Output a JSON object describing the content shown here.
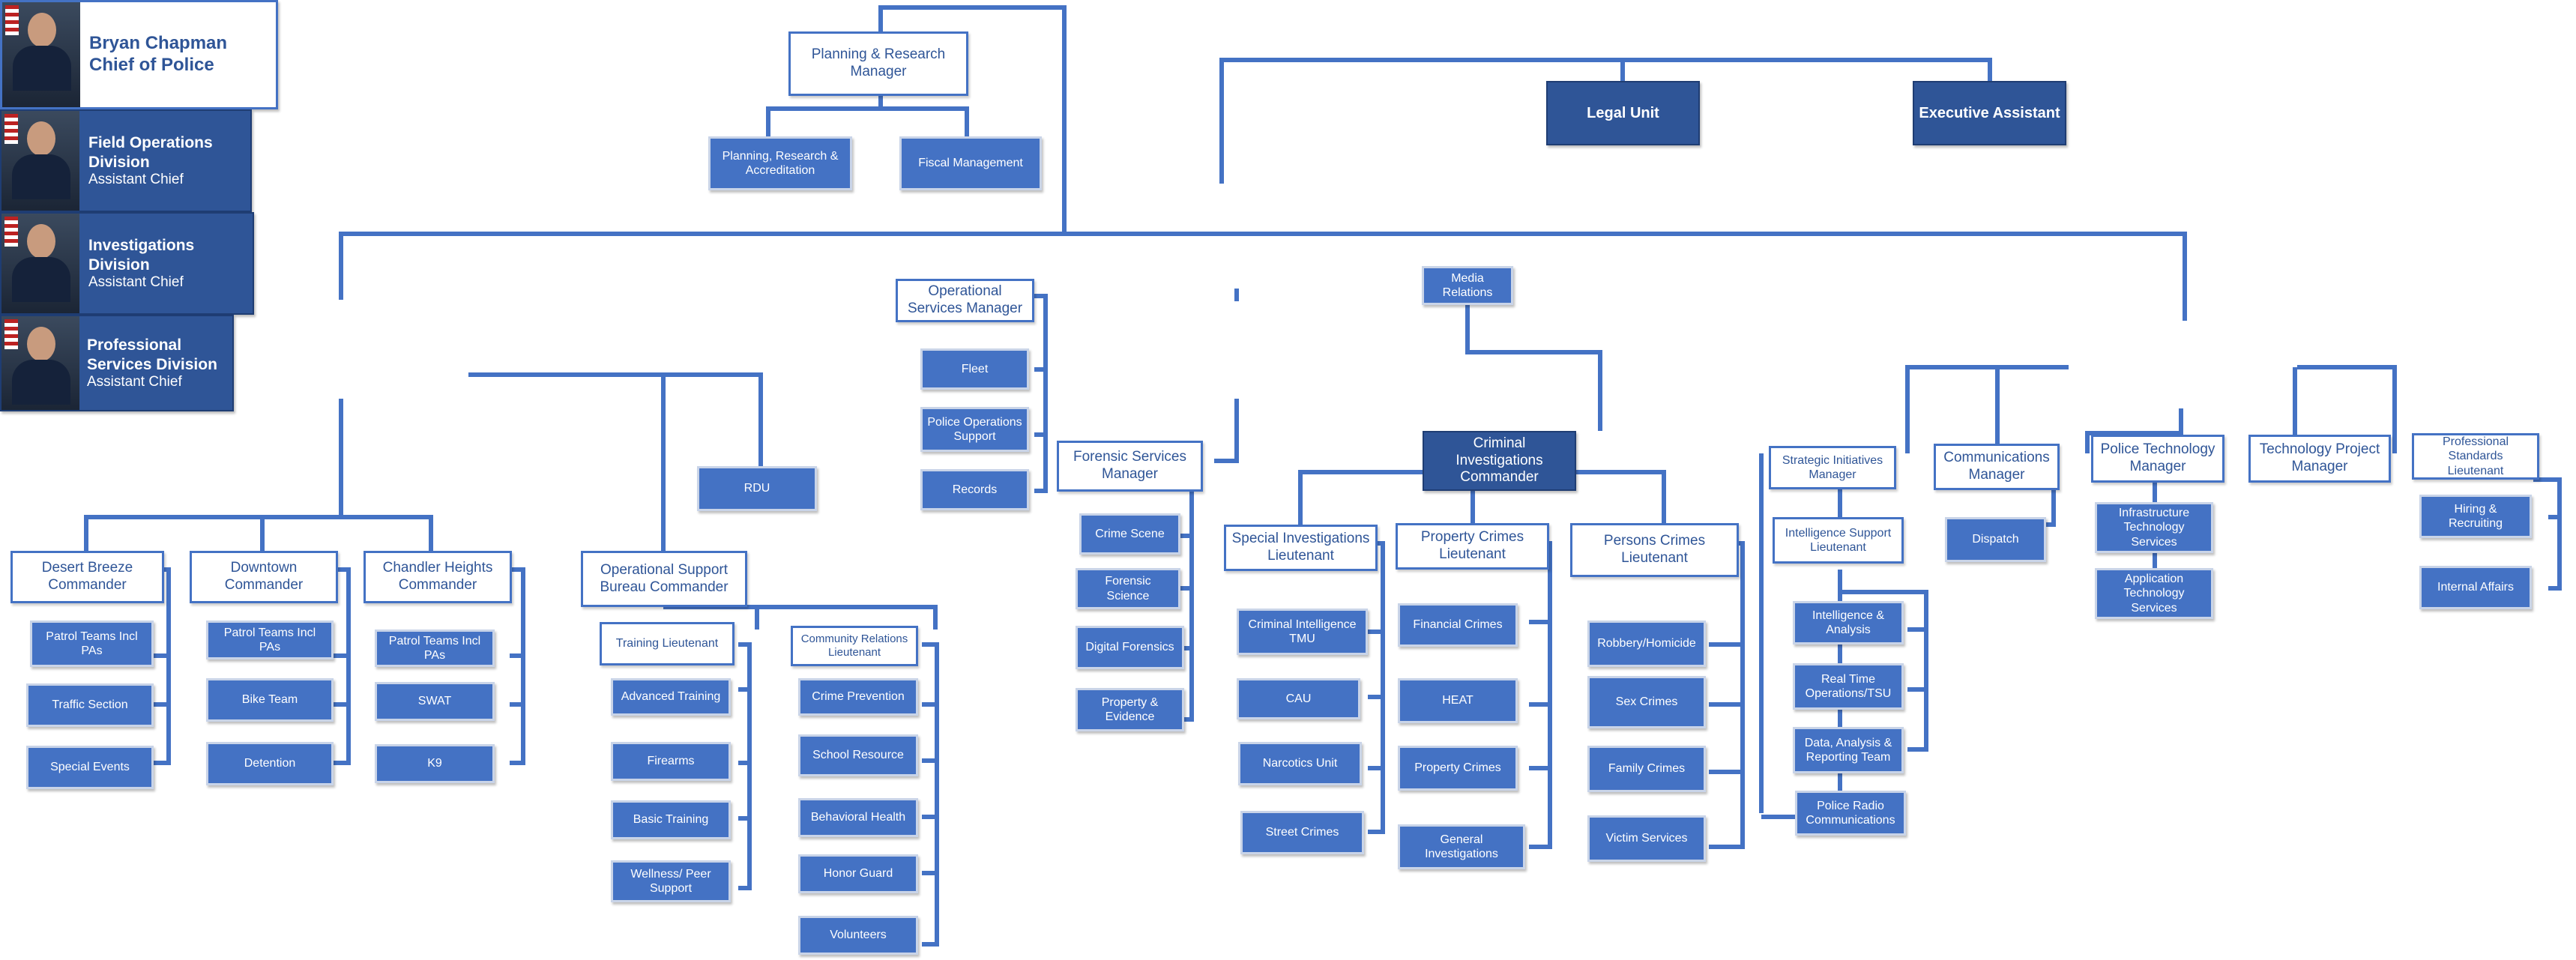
{
  "chief": {
    "name": "Bryan Chapman",
    "title": "Chief of Police"
  },
  "planning": {
    "manager": "Planning & Research Manager",
    "units": [
      "Planning, Research & Accreditation",
      "Fiscal Management"
    ]
  },
  "legal_unit": "Legal Unit",
  "executive_assistant": "Executive Assistant",
  "media_relations": "Media Relations",
  "rdu": "RDU",
  "field_operations": {
    "title": "Field Operations Division",
    "subtitle": "Assistant Chief",
    "commanders": [
      {
        "label": "Desert Breeze Commander",
        "units": [
          "Patrol Teams Incl PAs",
          "Traffic Section",
          "Special Events"
        ]
      },
      {
        "label": "Downtown Commander",
        "units": [
          "Patrol Teams Incl PAs",
          "Bike Team",
          "Detention"
        ]
      },
      {
        "label": "Chandler Heights Commander",
        "units": [
          "Patrol Teams Incl PAs",
          "SWAT",
          "K9"
        ]
      }
    ],
    "support_bureau": {
      "label": "Operational Support Bureau Commander",
      "training": {
        "label": "Training Lieutenant",
        "units": [
          "Advanced Training",
          "Firearms",
          "Basic Training",
          "Wellness/ Peer Support"
        ]
      },
      "community": {
        "label": "Community Relations Lieutenant",
        "units": [
          "Crime Prevention",
          "School Resource",
          "Behavioral Health",
          "Honor Guard",
          "Volunteers"
        ]
      }
    }
  },
  "investigations": {
    "title": "Investigations Division",
    "subtitle": "Assistant Chief",
    "operational_services": {
      "label": "Operational Services Manager",
      "units": [
        "Fleet",
        "Police Operations Support",
        "Records"
      ]
    },
    "forensic_services": {
      "label": "Forensic Services Manager",
      "units": [
        "Crime Scene",
        "Forensic Science",
        "Digital Forensics",
        "Property & Evidence"
      ]
    },
    "criminal_investigations": {
      "label": "Criminal Investigations Commander",
      "lieutenants": [
        {
          "label": "Special Investigations Lieutenant",
          "units": [
            "Criminal Intelligence TMU",
            "CAU",
            "Narcotics Unit",
            "Street Crimes"
          ]
        },
        {
          "label": "Property Crimes Lieutenant",
          "units": [
            "Financial Crimes",
            "HEAT",
            "Property Crimes",
            "General Investigations"
          ]
        },
        {
          "label": "Persons Crimes Lieutenant",
          "units": [
            "Robbery/Homicide",
            "Sex Crimes",
            "Family Crimes",
            "Victim Services"
          ]
        }
      ]
    }
  },
  "professional_services": {
    "title": "Professional Services Division",
    "subtitle": "Assistant Chief",
    "strategic": {
      "label": "Strategic Initiatives Manager",
      "intel_support": "Intelligence Support Lieutenant",
      "units": [
        "Intelligence & Analysis",
        "Real Time Operations/TSU",
        "Data, Analysis & Reporting Team",
        "Police Radio Communications"
      ]
    },
    "communications": {
      "label": "Communications Manager",
      "units": [
        "Dispatch"
      ]
    },
    "police_technology": {
      "label": "Police Technology Manager",
      "units": [
        "Infrastructure Technology Services",
        "Application Technology Services"
      ]
    },
    "technology_project": "Technology Project Manager",
    "professional_standards": {
      "label": "Professional Standards Lieutenant",
      "units": [
        "Hiring & Recruiting",
        "Internal Affairs"
      ]
    }
  },
  "colors": {
    "box_fill": "#4472c4",
    "line": "#4472c4",
    "dark_fill": "#2f5597",
    "outline_text": "#2f5597"
  },
  "icons": {
    "division_photo": "officer-portrait-icon"
  }
}
